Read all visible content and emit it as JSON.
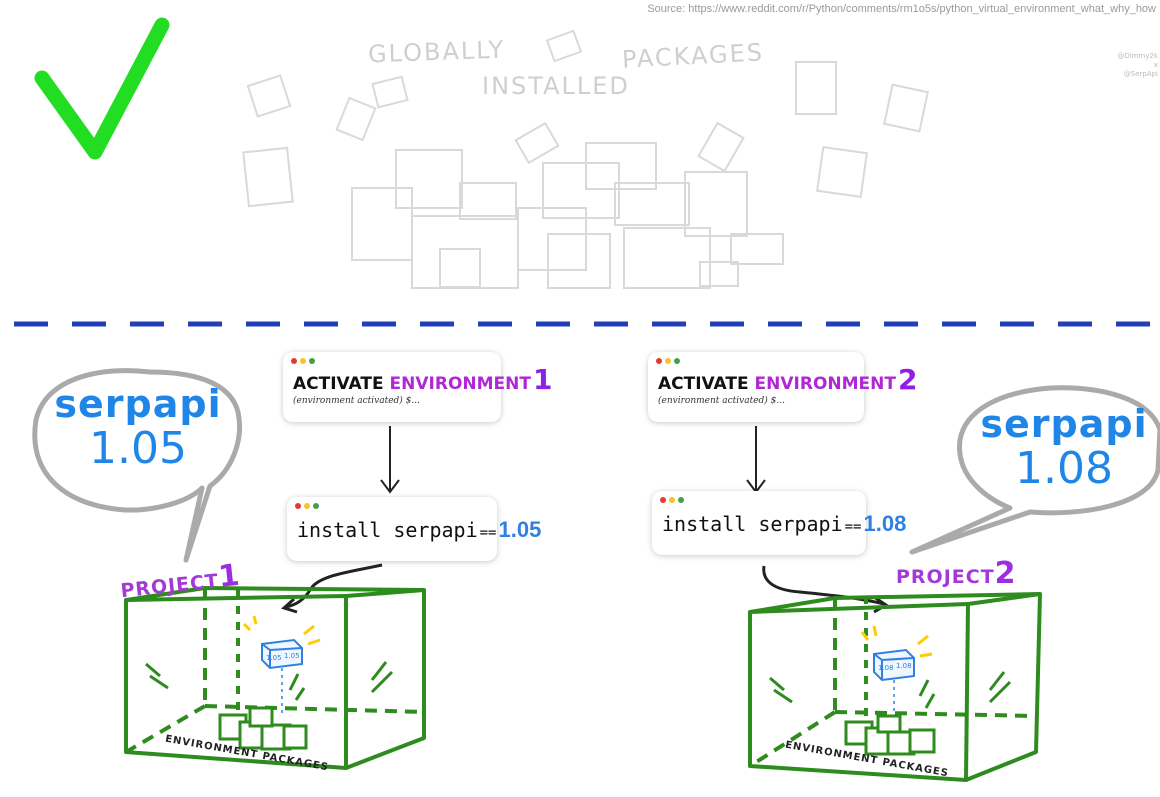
{
  "source_text": "Source: https://www.reddit.com/r/Python/comments/rm1o5s/python_virtual_environment_what_why_how",
  "global": {
    "title_line1": "GLOBALLY",
    "title_line2": "PACKAGES",
    "title_line3": "INSTALLED"
  },
  "watermark": {
    "line1": "@Dimmy2k",
    "line2": "x",
    "line3": "@SerpApi"
  },
  "left": {
    "activate": {
      "word1": "ACTIVATE",
      "word2": "ENVIRONMENT",
      "number": "1",
      "sub": "(environment activated) $..."
    },
    "install": {
      "cmd": "install serpapi",
      "eq": "==",
      "version": "1.05"
    },
    "bubble": {
      "package": "serpapi",
      "version": "1.05"
    },
    "project": {
      "label": "PROJECT",
      "number": "1"
    },
    "box_label": "ENVIRONMENT PACKAGES",
    "mini_versions": [
      "1.05",
      "1.05"
    ]
  },
  "right": {
    "activate": {
      "word1": "ACTIVATE",
      "word2": "ENVIRONMENT",
      "number": "2",
      "sub": "(environment activated) $..."
    },
    "install": {
      "cmd": "install serpapi",
      "eq": "==",
      "version": "1.08"
    },
    "bubble": {
      "package": "serpapi",
      "version": "1.08"
    },
    "project": {
      "label": "PROJECT",
      "number": "2"
    },
    "box_label": "ENVIRONMENT PACKAGES",
    "mini_versions": [
      "1.08",
      "1.08"
    ]
  },
  "colors": {
    "check": "#22dd22",
    "dash": "#1f3fb8",
    "glass": "#2e8b1e",
    "bubble_text": "#1f86e8",
    "project": "#a43ad6",
    "faded": "#d9d9d9"
  }
}
